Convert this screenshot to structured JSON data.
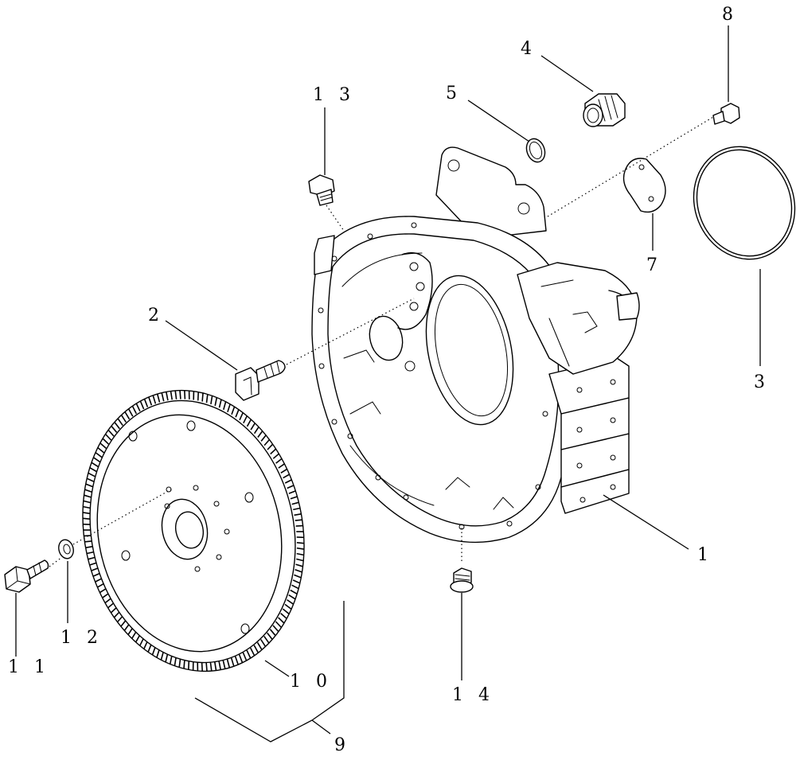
{
  "callouts": {
    "c1": "1",
    "c2": "2",
    "c3": "3",
    "c4": "4",
    "c5": "5",
    "c7": "7",
    "c8": "8",
    "c9": "9",
    "c10": "1 0",
    "c11": "1 1",
    "c12": "1 2",
    "c13": "1 3",
    "c14": "1 4"
  }
}
